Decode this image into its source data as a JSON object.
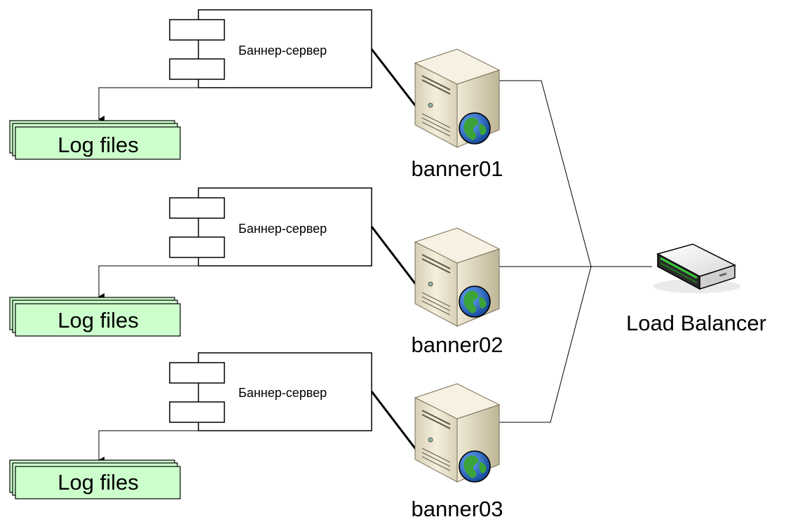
{
  "components": [
    {
      "label": "Баннер-сервер",
      "log_label": "Log files"
    },
    {
      "label": "Баннер-сервер",
      "log_label": "Log files"
    },
    {
      "label": "Баннер-сервер",
      "log_label": "Log files"
    }
  ],
  "servers": [
    {
      "name": "banner01",
      "icon": "web-server-icon"
    },
    {
      "name": "banner02",
      "icon": "web-server-icon"
    },
    {
      "name": "banner03",
      "icon": "web-server-icon"
    }
  ],
  "load_balancer": {
    "label": "Load Balancer",
    "icon": "load-balancer-icon"
  },
  "colors": {
    "log_fill": "#ccffcc",
    "server_body": "#efe8d4",
    "server_side": "#c8bfa3",
    "globe_blue": "#1f5fb0",
    "globe_green": "#3aa33a"
  }
}
